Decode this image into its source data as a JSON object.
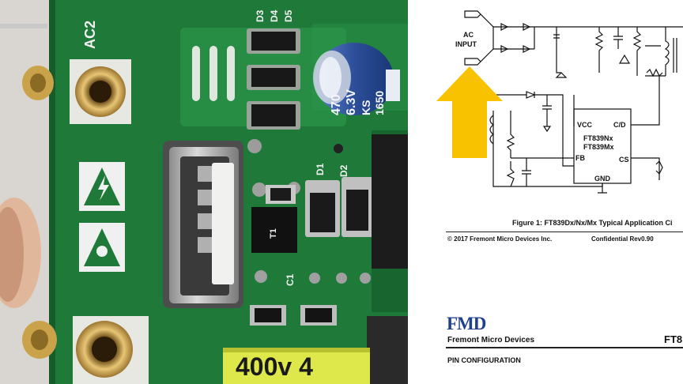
{
  "photo": {
    "pcb_labels": {
      "ac2": "AC2",
      "d3": "D3",
      "d4": "D4",
      "d5": "D5",
      "d1": "D1",
      "d2": "D2",
      "c1": "C1",
      "t1": "T1"
    },
    "capacitor_text": [
      "470",
      "6.3V",
      "KS",
      "1650"
    ],
    "bottom_cap_text": "400v 4"
  },
  "schematic": {
    "ac_input": [
      "AC",
      "INPUT"
    ],
    "ic_pins": {
      "vcc": "VCC",
      "cd": "C/D",
      "fb": "FB",
      "cs": "CS",
      "gnd": "GND"
    },
    "ic_parts": [
      "FT839Nx",
      "FT839Mx"
    ],
    "figure_caption": "Figure 1: FT839Dx/Nx/Mx Typical Application Ci",
    "copyright": "© 2017 Fremont Micro Devices Inc.",
    "confidential": "Confidential Rev0.90"
  },
  "header": {
    "logo": "FMD",
    "company": "Fremont Micro Devices",
    "part_prefix": "FT8",
    "section": "PIN CONFIGURATION"
  },
  "colors": {
    "pcb_green": "#1f7a3a",
    "arrow_yellow": "#f8c200",
    "logo_blue": "#1f3f8f"
  }
}
